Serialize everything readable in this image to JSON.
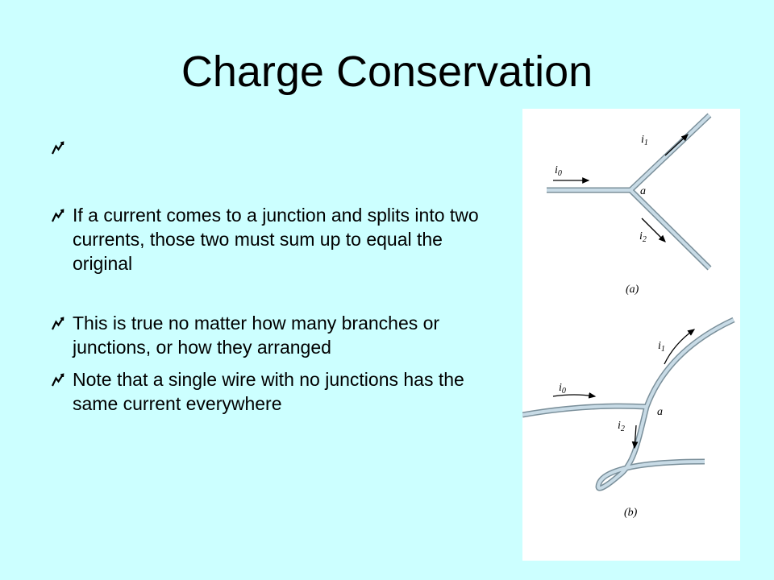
{
  "slide": {
    "title": "Charge Conservation",
    "bullets": [
      "",
      "If a current comes to a junction and splits into two currents, those two must sum up to equal the original",
      "This is true no matter how many branches or junctions, or how they arranged",
      "Note that a single wire with no junctions has the same current everywhere"
    ]
  },
  "figure": {
    "panel_a": {
      "caption": "(a)",
      "junction": "a",
      "current_in": "i",
      "current_in_sub": "0",
      "current_up": "i",
      "current_up_sub": "1",
      "current_down": "i",
      "current_down_sub": "2"
    },
    "panel_b": {
      "caption": "(b)",
      "junction": "a",
      "current_in": "i",
      "current_in_sub": "0",
      "current_up": "i",
      "current_up_sub": "1",
      "current_down": "i",
      "current_down_sub": "2"
    }
  },
  "colors": {
    "background": "#ccffff",
    "figure_background": "#ffffff",
    "wire_outline": "#7a8f9a",
    "wire_fill": "#c8dbe6"
  },
  "icons": {
    "bullet": "lightning-bullet-icon"
  }
}
